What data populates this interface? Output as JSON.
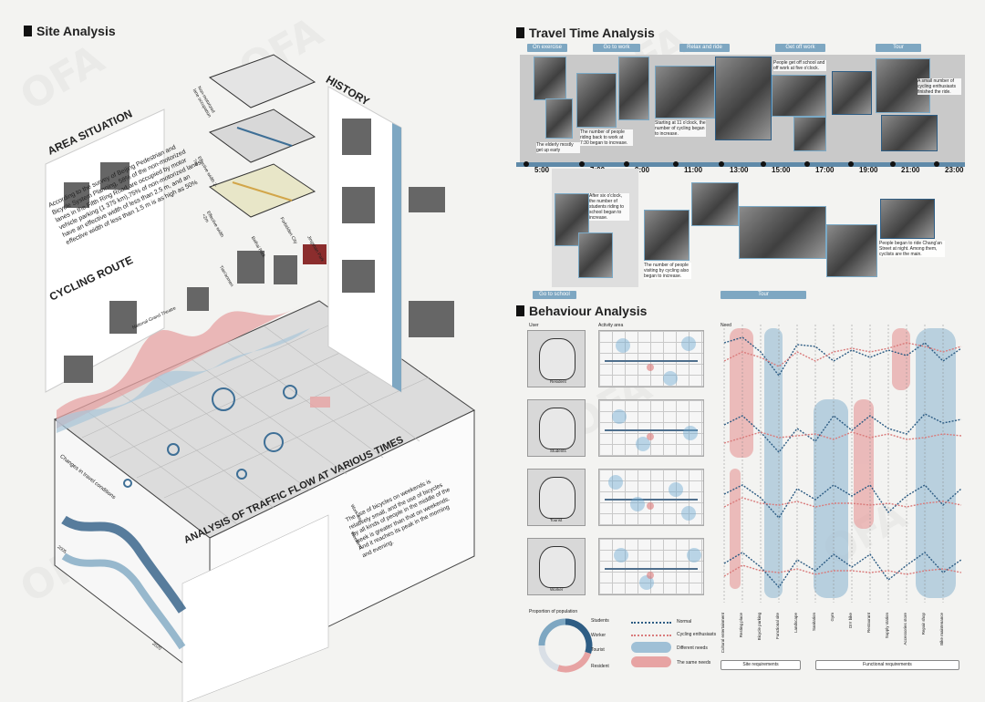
{
  "colors": {
    "accent_blue": "#7ea7c2",
    "accent_red": "#e7a3a3",
    "dark_blue": "#2e5d84",
    "bg": "#f3f3f1"
  },
  "site": {
    "title": "Site Analysis",
    "area_situation_title": "AREA SITUATION",
    "area_text": "According to the survey of Beijing Pedestrian and Bicycle System Planning, 58% of the non-motorized lanes in the Fifth Ring Road are occupied by motor vehicle parking (1 375 km),75% of non-motorized lanes have an effective width of less than 2.5 m, and an effective width of less than 1.5 m is as high as 50%",
    "cycling_route_title": "CYCLING ROUTE",
    "history_title": "HISTORY",
    "layer_labels": [
      "Non-motorized lane occupation",
      "Effective width 2-7m",
      "Effective width <2m"
    ],
    "route_labels": [
      "National Grand Theatre",
      "Tian'anmen",
      "Beihai Park",
      "Forbidden City",
      "Jingshan Park"
    ],
    "traffic_title": "ANALYSIS OF TRAFFIC FLOW AT VARIOUS TIMES",
    "traffic_text": "The use of bicycles on weekends is relatively small, and the use of bicycles by all kinds of people in the middle of the week is greater than that on weekends. And it reaches its peak in the morning and evening.",
    "changes_label": "Changes in travel conditions",
    "years": [
      "2005",
      "2020"
    ],
    "legend_workday": "Work day",
    "legend_weekend": "Weekend"
  },
  "travel": {
    "title": "Travel Time Analysis",
    "top_pills": [
      "On exercise",
      "Go to work",
      "Relax and ride",
      "Get off work",
      "Tour"
    ],
    "bottom_pills": [
      "Go to school",
      "Tour"
    ],
    "times": [
      "5:00",
      "7:00",
      "9:00",
      "11:00",
      "13:00",
      "15:00",
      "17:00",
      "19:00",
      "21:00",
      "23:00"
    ],
    "captions_top": [
      "The elderly mostly get up early",
      "The number of people riding back to work at 7:30 began to increase.",
      "Starting at 11 o'clock, the number of cycling began to increase.",
      "People get off school and off work at five o'clock.",
      "A small number of cycling enthusiasts finished the ride."
    ],
    "captions_bottom": [
      "After six o'clock, the number of students riding to school began to increase.",
      "The number of people visiting by cycling also began to increase.",
      "People began to ride Chang'an Street at night. Among them, cyclists are the main."
    ]
  },
  "behaviour": {
    "title": "Behaviour Analysis",
    "col_user": "User",
    "col_activity": "Activity area",
    "col_need": "Need",
    "users": [
      "Resident",
      "Students",
      "Tourist",
      "Worker"
    ],
    "needs": [
      "Cultural entertainment",
      "Resting place",
      "Bicycle parking",
      "Functional site",
      "Landscape",
      "Sanitation",
      "Gym",
      "DIY bike",
      "Restaurant",
      "Supply station",
      "Accessories store",
      "Repair shop",
      "Bike maintenance"
    ],
    "group_site": "Site requirements",
    "group_functional": "Functional requirements",
    "population_label": "Proportion of population",
    "population": [
      {
        "label": "Students",
        "value": 30,
        "color": "#2e5d84"
      },
      {
        "label": "Worker",
        "value": 25,
        "color": "#e7a3a3"
      },
      {
        "label": "Tourist",
        "value": 20,
        "color": "#d9dfe6"
      },
      {
        "label": "Resident",
        "value": 25,
        "color": "#7ea7c2"
      }
    ],
    "legend": {
      "normal": "Normal",
      "enthusiast": "Cycling enthusiasts",
      "different": "Different needs",
      "same": "The same needs"
    }
  }
}
